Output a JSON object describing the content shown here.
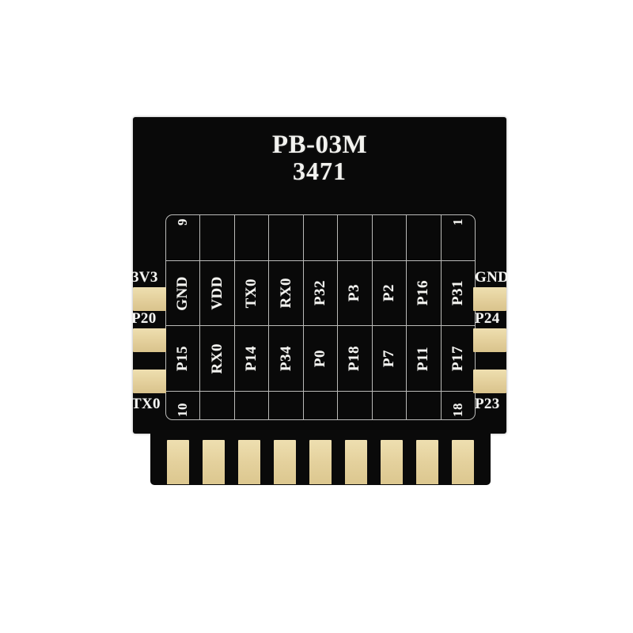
{
  "board": {
    "silkscreen": {
      "model": "PB-03M",
      "code": "3471"
    },
    "colors": {
      "solder_mask": "#090909",
      "silkscreen_text": "#f4f4f1",
      "gold_pad": "#e3cf9b",
      "grid_line": "#b9b9b7",
      "background": "#ffffff"
    },
    "pin_grid": {
      "columns": 9,
      "top_number_row": [
        "9",
        "",
        "",
        "",
        "",
        "",
        "",
        "",
        "1"
      ],
      "top_label_row": [
        "GND",
        "VDD",
        "TX0",
        "RX0",
        "P32",
        "P3",
        "P2",
        "P16",
        "P31"
      ],
      "bottom_label_row": [
        "P15",
        "RX0",
        "P14",
        "P34",
        "P0",
        "P18",
        "P7",
        "P11",
        "P17"
      ],
      "bottom_number_row": [
        "10",
        "",
        "",
        "",
        "",
        "",
        "",
        "",
        "18"
      ]
    },
    "left_pads": [
      {
        "label": "3V3"
      },
      {
        "label": "P20"
      },
      {
        "label": "TX0"
      }
    ],
    "right_pads": [
      {
        "label": "GND"
      },
      {
        "label": "P24"
      },
      {
        "label": "P23"
      }
    ],
    "bottom_fingers": 9
  }
}
